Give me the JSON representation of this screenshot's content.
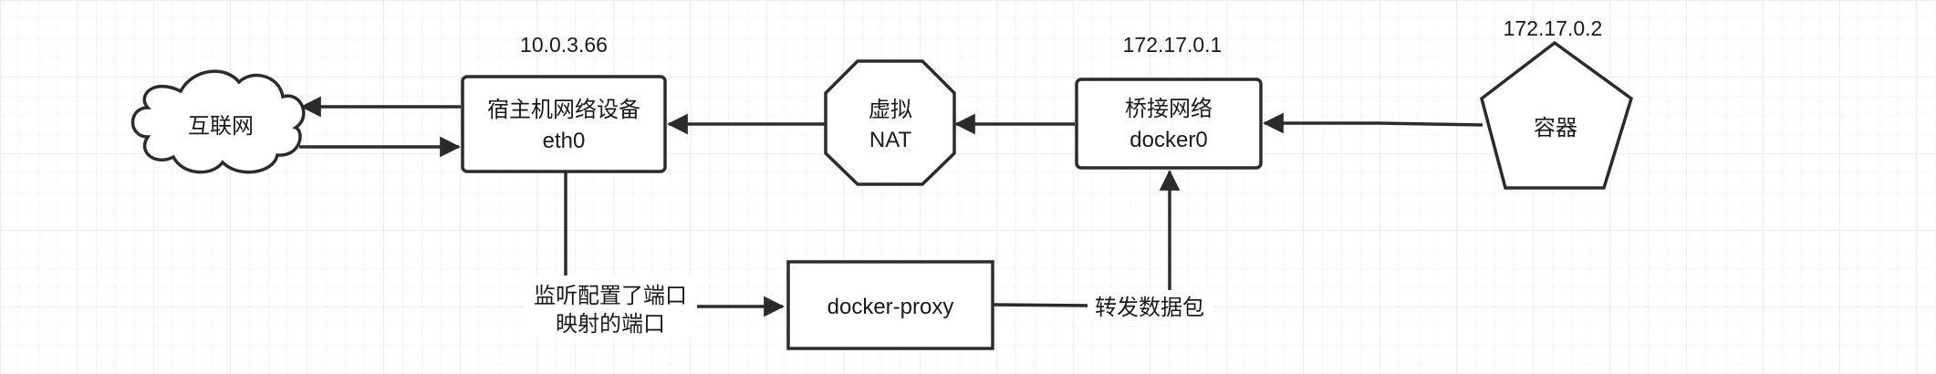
{
  "colors": {
    "background": "#ffffff",
    "grid_minor": "#f1f1f1",
    "grid_major": "#e2e2e2",
    "stroke": "#2b2b2b",
    "text": "#1a1a1a"
  },
  "nodes": {
    "internet": {
      "label": "互联网"
    },
    "host": {
      "line1": "宿主机网络设备",
      "line2": "eth0",
      "ip": "10.0.3.66"
    },
    "nat": {
      "line1": "虚拟",
      "line2": "NAT"
    },
    "bridge": {
      "line1": "桥接网络",
      "line2": "docker0",
      "ip": "172.17.0.1"
    },
    "container": {
      "label": "容器",
      "ip": "172.17.0.2"
    },
    "proxy": {
      "label": "docker-proxy"
    }
  },
  "edge_labels": {
    "listen_line1": "监听配置了端口",
    "listen_line2": "映射的端口",
    "forward": "转发数据包"
  }
}
